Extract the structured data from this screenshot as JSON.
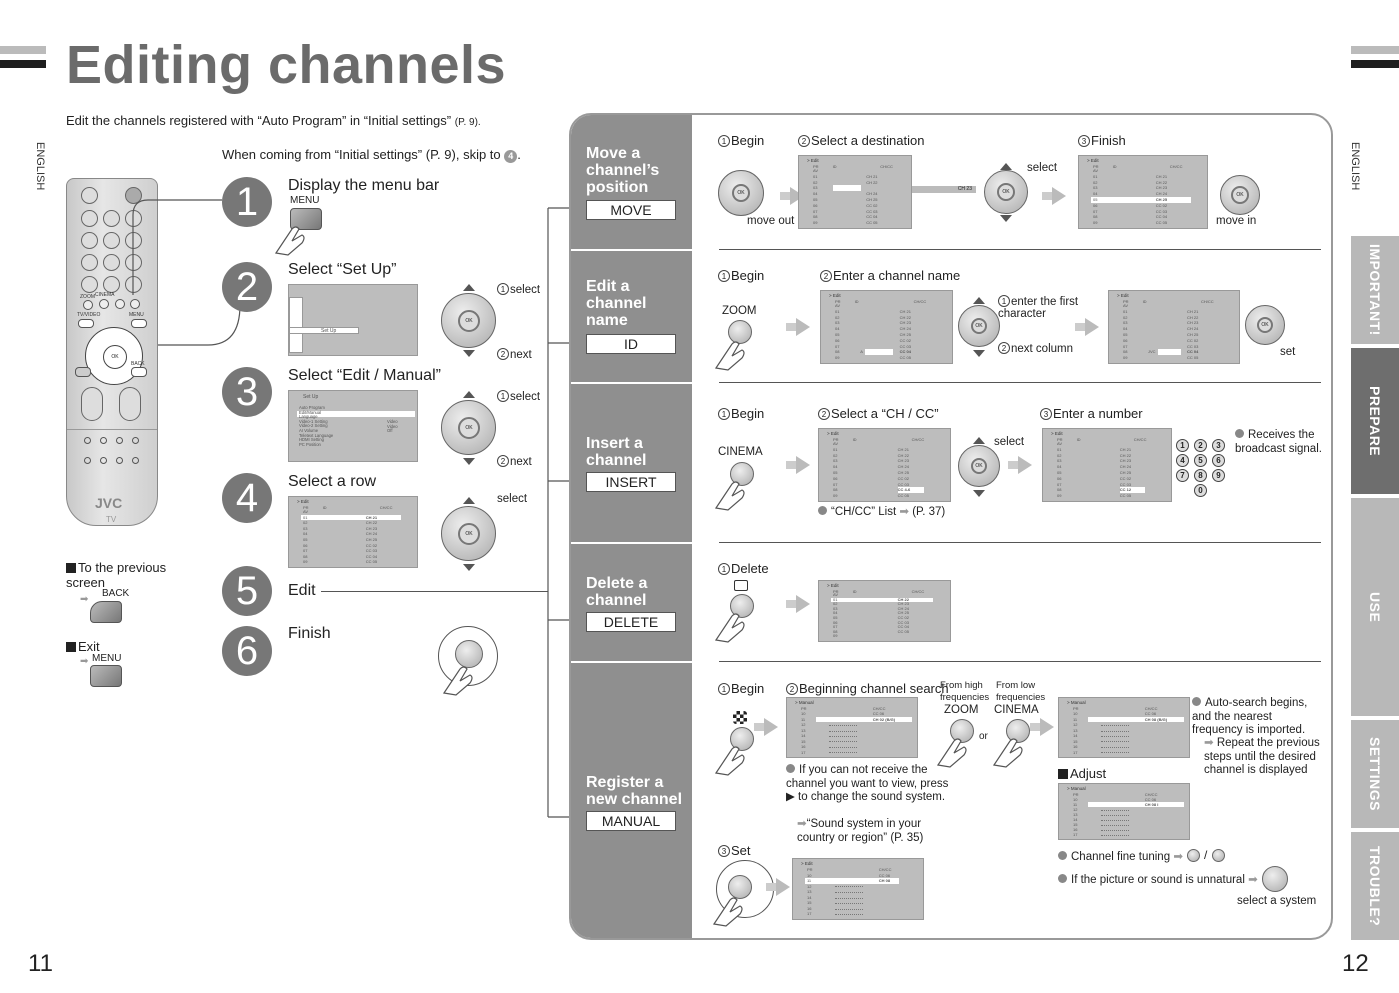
{
  "page": {
    "title": "Editing channels",
    "intro": "Edit the channels registered with “Auto Program” in “Initial settings”",
    "intro_ref": "(P. 9).",
    "language_label": "ENGLISH",
    "skip_note": "When coming from “Initial settings” (P. 9), skip to",
    "skip_step": "4",
    "page_left": "11",
    "page_right": "12"
  },
  "remote": {
    "brand": "JVC",
    "sub": "TV",
    "labels": {
      "zoom": "ZOOM",
      "cinema": "CINEMA",
      "tvvideo": "TV/VIDEO",
      "menu": "MENU",
      "back": "BACK",
      "ok": "OK"
    }
  },
  "steps": [
    {
      "num": "1",
      "label": "Display the menu bar",
      "button": "MENU"
    },
    {
      "num": "2",
      "label": "Select “Set Up”",
      "screen_item": "Set Up",
      "ann1": "select",
      "ann2": "next"
    },
    {
      "num": "3",
      "label": "Select “Edit / Manual”",
      "screen_title": "Set Up",
      "menu_items": [
        "Auto Program",
        "Edit/Manual",
        "Language",
        "Video-1 Setting",
        "Video-2 Setting",
        "AI Volume",
        "Teletext Language",
        "HDMI Setting",
        "PC Position"
      ],
      "menu_values": [
        "",
        "",
        "",
        "Video",
        "Video",
        "Off",
        "",
        "",
        ""
      ],
      "ann1": "select",
      "ann2": "next"
    },
    {
      "num": "4",
      "label": "Select a row",
      "ann1": "select"
    },
    {
      "num": "5",
      "label": "Edit"
    },
    {
      "num": "6",
      "label": "Finish"
    }
  ],
  "notes": {
    "previous": {
      "label": "To the previous screen",
      "button": "BACK"
    },
    "exit": {
      "label": "Exit",
      "button": "MENU"
    }
  },
  "edit_screen": {
    "title": "> Edit",
    "columns": [
      "PR",
      "ID",
      "CH/CC"
    ],
    "rows": [
      {
        "pr": "AV",
        "ch": ""
      },
      {
        "pr": "01",
        "ch": "CH 21"
      },
      {
        "pr": "02",
        "ch": "CH 22"
      },
      {
        "pr": "03",
        "ch": "CH 23"
      },
      {
        "pr": "04",
        "ch": "CH 24"
      },
      {
        "pr": "05",
        "ch": "CH 25"
      },
      {
        "pr": "06",
        "ch": "CC 02"
      },
      {
        "pr": "07",
        "ch": "CC 03"
      },
      {
        "pr": "08",
        "ch": "CC 04"
      },
      {
        "pr": "09",
        "ch": "CC 05"
      }
    ]
  },
  "sections": [
    {
      "title": "Move a channel’s position",
      "tag": "MOVE",
      "steps": [
        "Begin",
        "Select a destination",
        "Finish"
      ],
      "ann": {
        "move_out": "move out",
        "select": "select",
        "move_in": "move in",
        "moving_value": "CH 23"
      }
    },
    {
      "title": "Edit a channel name",
      "tag": "ID",
      "steps": [
        "Begin",
        "Enter a channel name"
      ],
      "button": "ZOOM",
      "ann": {
        "enter_first": "enter the first character",
        "next_column": "next column",
        "set": "set",
        "id_a": "A",
        "id_jvc": "JVC"
      }
    },
    {
      "title": "Insert a channel",
      "tag": "INSERT",
      "steps": [
        "Begin",
        "Select a “CH / CC”",
        "Enter a number"
      ],
      "button": "CINEMA",
      "ann": {
        "select": "select",
        "list_ref": "“CH/CC” List",
        "list_page": "(P. 37)",
        "receives": "Receives the broadcast signal.",
        "keypad": [
          "1",
          "2",
          "3",
          "4",
          "5",
          "6",
          "7",
          "8",
          "9",
          "0"
        ],
        "value_before": "CC 4-6",
        "value_after": "CC 12"
      }
    },
    {
      "title": "Delete a channel",
      "tag": "DELETE",
      "steps": [
        "Delete"
      ]
    },
    {
      "title": "Register a new channel",
      "tag": "MANUAL",
      "steps": [
        "Begin",
        "Beginning channel search",
        "Set"
      ],
      "ann": {
        "from_high": "From high frequencies",
        "from_low": "From low frequencies",
        "zoom": "ZOOM",
        "cinema": "CINEMA",
        "or": "or",
        "cannot_receive": "If you can not receive the channel you want to view, press ▶ to change the sound system.",
        "sound_ref": "“Sound system in your country or region” (P. 35)",
        "auto_search": "Auto-search begins, and the nearest frequency is imported.",
        "repeat": "Repeat the previous steps until the desired channel is displayed",
        "adjust": "Adjust",
        "fine_tuning": "Channel fine tuning",
        "unnatural": "If the picture or sound is unnatural",
        "select_system": "select a system",
        "manual_title": "> Manual",
        "search_value_1": "CH 02 (B/G)",
        "search_value_2": "CH 08 (B/G)",
        "adjust_value": "CH 08 I",
        "set_value": "CH 08"
      }
    }
  ],
  "side_tabs": [
    {
      "label": "IMPORTANT!",
      "active": false
    },
    {
      "label": "PREPARE",
      "active": true
    },
    {
      "label": "USE",
      "active": false
    },
    {
      "label": "SETTINGS",
      "active": false
    },
    {
      "label": "TROUBLE?",
      "active": false
    }
  ],
  "colors": {
    "tab_inactive": "#b8b8b8",
    "tab_active": "#6e6e6e",
    "panel_side": "#8f8f8f",
    "title": "#6b6b6b"
  }
}
